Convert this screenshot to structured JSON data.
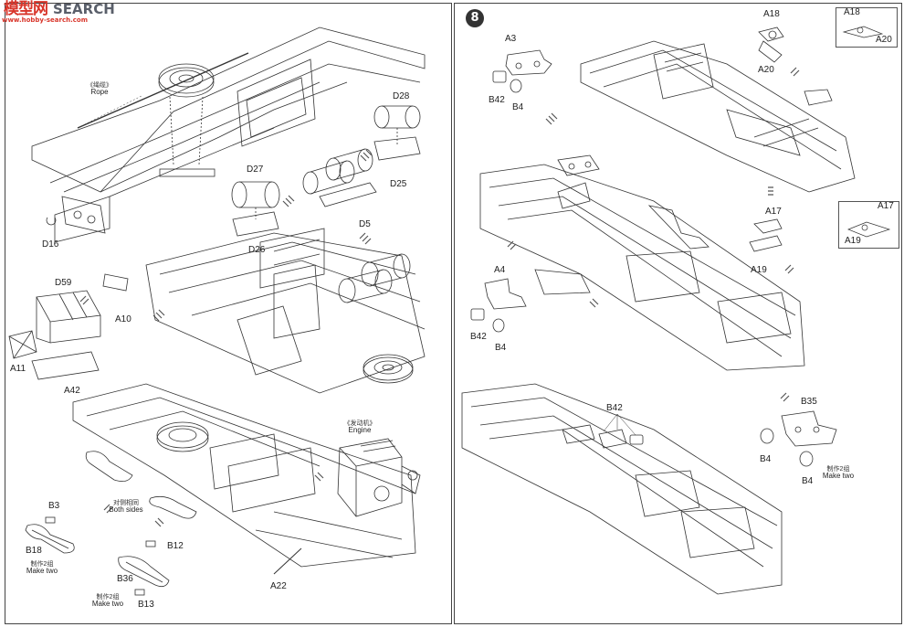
{
  "watermark": {
    "logo": "模型网",
    "site": "SEARCH",
    "url": "www.hobby-search.com"
  },
  "left": {
    "rope_cn": "《绳缆》",
    "rope_en": "Rope",
    "engine_cn": "《发动机》",
    "engine_en": "Engine",
    "both_sides_cn": "对侧相同",
    "both_sides_en": "Both sides",
    "make_two_cn": "制作2组",
    "make_two_en": "Make two",
    "parts": {
      "D28": "D28",
      "D25": "D25",
      "D27": "D27",
      "D5": "D5",
      "D26": "D26",
      "D16": "D16",
      "D59": "D59",
      "A10": "A10",
      "A11": "A11",
      "A42": "A42",
      "B3": "B3",
      "B18": "B18",
      "B12": "B12",
      "B36": "B36",
      "B13": "B13",
      "A22": "A22"
    }
  },
  "right": {
    "step_number": "8",
    "make_two_cn": "制作2组",
    "make_two_en": "Make two",
    "parts": {
      "A3": "A3",
      "B42a": "B42",
      "B4a": "B4",
      "A18": "A18",
      "A20": "A20",
      "A18i": "A18",
      "A20i": "A20",
      "A17": "A17",
      "A19": "A19",
      "A17i": "A17",
      "A19i": "A19",
      "A4": "A4",
      "B42b": "B42",
      "B4b": "B4",
      "B42c": "B42",
      "B35": "B35",
      "B4c": "B4",
      "B4d": "B4"
    }
  }
}
